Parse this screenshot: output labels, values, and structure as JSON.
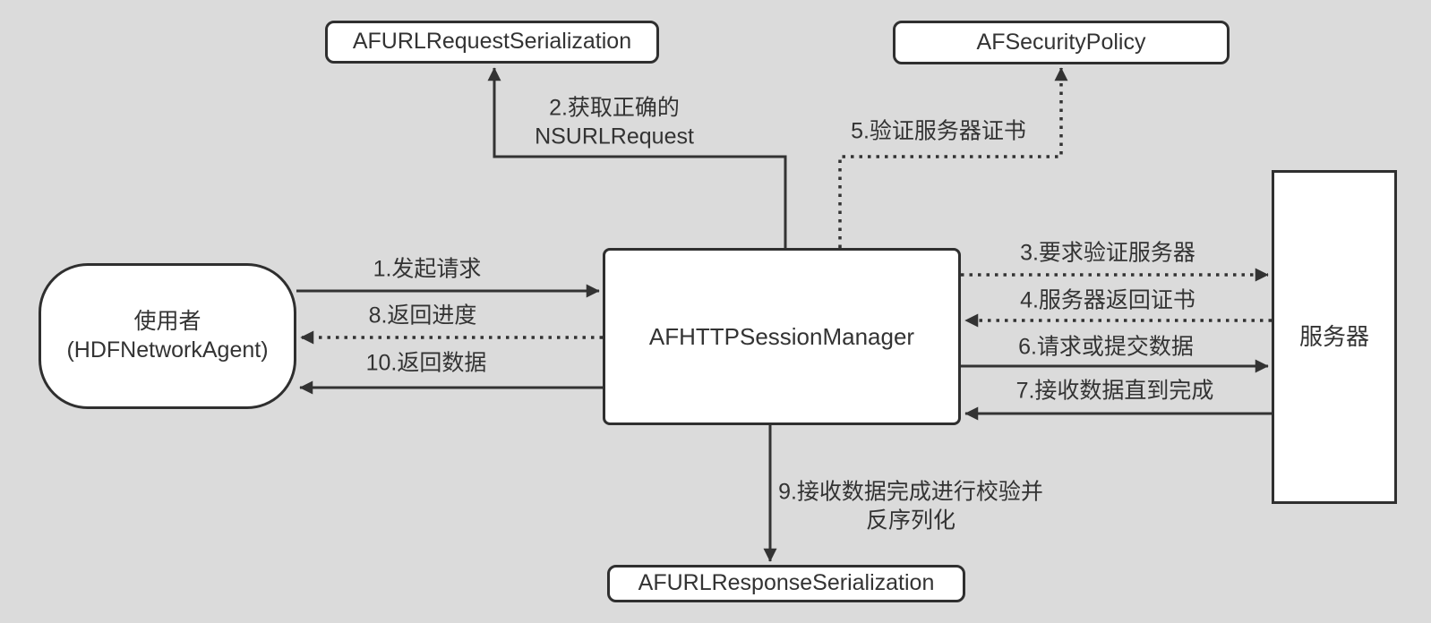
{
  "colors": {
    "background": "#dbdbdb",
    "node_fill": "#ffffff",
    "stroke": "#2f2f2f",
    "text": "#333333"
  },
  "nodes": {
    "request_serialization": {
      "label": "AFURLRequestSerialization",
      "shape": "rounded-rect"
    },
    "security_policy": {
      "label": "AFSecurityPolicy",
      "shape": "rounded-rect"
    },
    "session_manager": {
      "label": "AFHTTPSessionManager",
      "shape": "rounded-rect"
    },
    "user": {
      "line1": "使用者",
      "line2": "(HDFNetworkAgent)",
      "shape": "stadium"
    },
    "server": {
      "label": "服务器",
      "shape": "rect"
    },
    "response_serialization": {
      "label": "AFURLResponseSerialization",
      "shape": "rounded-rect"
    }
  },
  "edges": {
    "step1": {
      "label": "1.发起请求",
      "style": "solid",
      "from": "user",
      "to": "session_manager"
    },
    "step2": {
      "label_line1": "2.获取正确的",
      "label_line2": "NSURLRequest",
      "style": "solid",
      "from": "session_manager",
      "to": "request_serialization"
    },
    "step3": {
      "label": "3.要求验证服务器",
      "style": "dotted",
      "from": "session_manager",
      "to": "server"
    },
    "step4": {
      "label": "4.服务器返回证书",
      "style": "dotted",
      "from": "server",
      "to": "session_manager"
    },
    "step5": {
      "label": "5.验证服务器证书",
      "style": "dotted",
      "from": "session_manager",
      "to": "security_policy"
    },
    "step6": {
      "label": "6.请求或提交数据",
      "style": "solid",
      "from": "session_manager",
      "to": "server"
    },
    "step7": {
      "label": "7.接收数据直到完成",
      "style": "solid",
      "from": "server",
      "to": "session_manager"
    },
    "step8": {
      "label": "8.返回进度",
      "style": "dotted",
      "from": "session_manager",
      "to": "user"
    },
    "step9": {
      "label_line1": "9.接收数据完成进行校验并",
      "label_line2": "反序列化",
      "style": "solid",
      "from": "session_manager",
      "to": "response_serialization"
    },
    "step10": {
      "label": "10.返回数据",
      "style": "solid",
      "from": "session_manager",
      "to": "user"
    }
  }
}
